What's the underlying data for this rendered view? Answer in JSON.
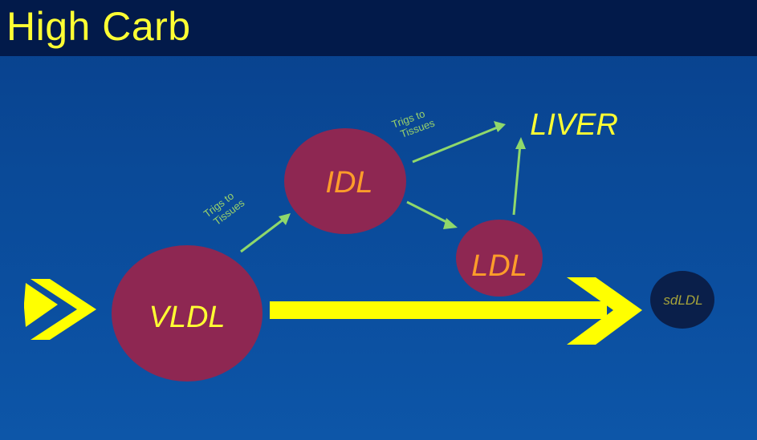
{
  "title": "High Carb",
  "nodes": {
    "vldl": "VLDL",
    "idl": "IDL",
    "ldl": "LDL",
    "sdldl": "sdLDL",
    "liver": "LIVER"
  },
  "notes": {
    "vldl_to_idl": [
      "Trigs to",
      "Tissues"
    ],
    "idl_to_liver": [
      "Trigs to",
      "Tissues"
    ]
  },
  "colors": {
    "background": "#0a4a98",
    "title_bar": "#021a4a",
    "title_text": "#ffff33",
    "lipoprotein_fill": "#8e2752",
    "sdldl_fill": "#0a1f4a",
    "label_orange": "#ff9d2a",
    "label_yellow": "#ffff33",
    "arrow_green": "#8fd86b",
    "arrow_yellow": "#ffff00"
  }
}
